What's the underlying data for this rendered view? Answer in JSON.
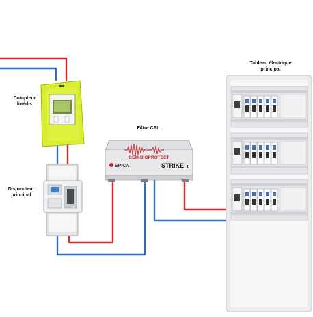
{
  "labels": {
    "compteur": [
      "Compteur",
      "linédis"
    ],
    "disjoncteur": [
      "Disjoncteur",
      "principal"
    ],
    "filtre": "Filtre CPL",
    "tableau": [
      "Tableau électrique",
      "principal"
    ]
  },
  "device_text": {
    "filter_brand": "CEM-BIOPROTECT",
    "filter_maker": "SPICA",
    "filter_model": "STRIKE",
    "filter_model_suffix": "1"
  },
  "colors": {
    "phase_wire": "#d8262a",
    "neutral_wire": "#2a6fc4",
    "meter_body": "#d8ee30",
    "filter_accent": "#c0272d",
    "panel_body": "#eeeeee"
  }
}
